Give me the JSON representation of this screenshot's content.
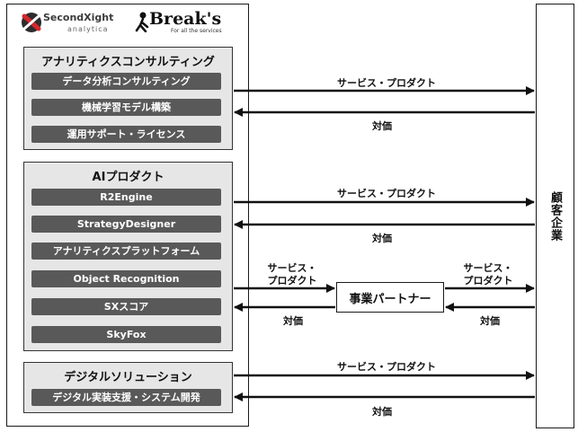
{
  "logos": {
    "secondxight_name": "SecondXight",
    "secondxight_sub": "analytica",
    "breaks_name": "Break's",
    "breaks_tagline": "For all the services"
  },
  "sections": [
    {
      "title": "アナリティクスコンサルティング",
      "items": [
        "データ分析コンサルティング",
        "機械学習モデル構築",
        "運用サポート・ライセンス"
      ]
    },
    {
      "title": "AIプロダクト",
      "items": [
        "R2Engine",
        "StrategyDesigner",
        "アナリティクスプラットフォーム",
        "Object Recognition",
        "SXスコア",
        "SkyFox"
      ]
    },
    {
      "title": "デジタルソリューション",
      "items": [
        "デジタル実装支援・システム開発"
      ]
    }
  ],
  "customer": {
    "label": "顧客企業"
  },
  "partner": {
    "label": "事業パートナー"
  },
  "flows": {
    "service_product": "サービス・プロダクト",
    "service": "サービス・",
    "product": "プロダクト",
    "payment": "対価"
  },
  "colors": {
    "item_bg": "#595959",
    "section_bg": "#e6e6e6",
    "logo_red": "#d6262c"
  }
}
